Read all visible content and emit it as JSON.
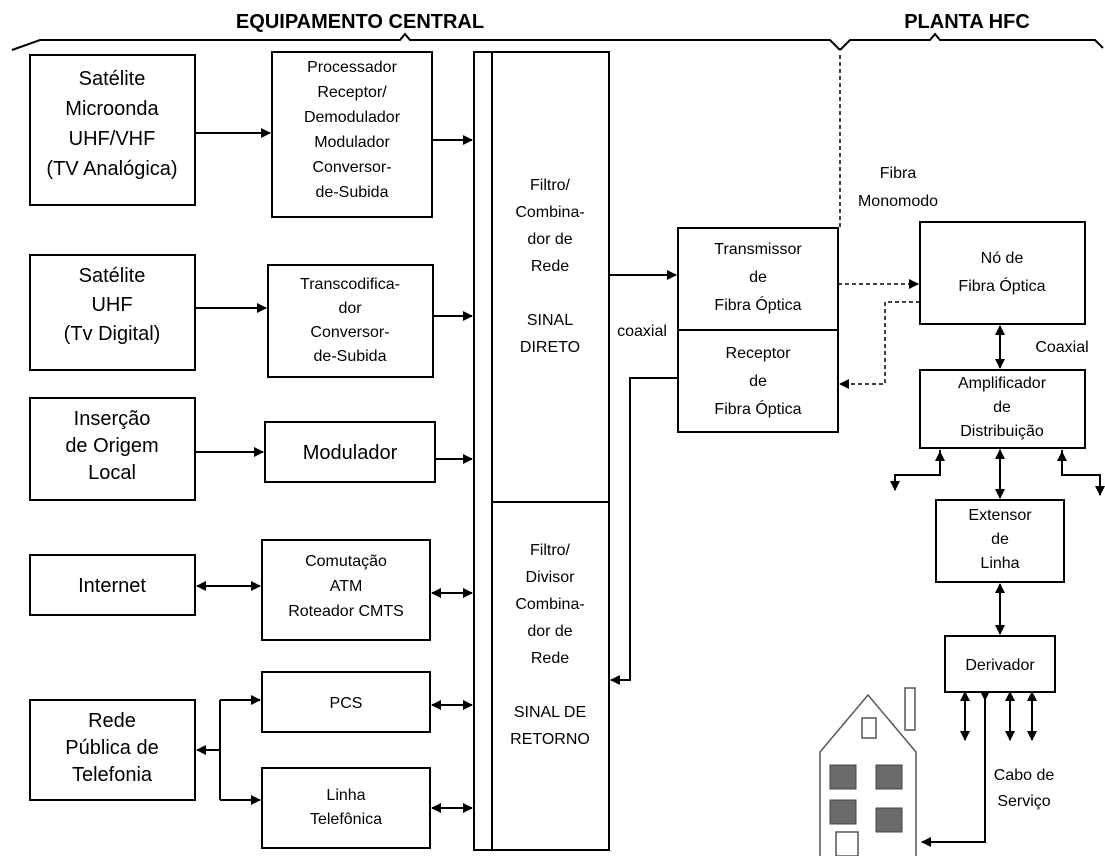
{
  "headers": {
    "central": "EQUIPAMENTO CENTRAL",
    "hfc": "PLANTA HFC"
  },
  "sources": {
    "satellite_analog": [
      "Satélite",
      "Microonda",
      "UHF/VHF",
      "(TV Analógica)"
    ],
    "satellite_digital": [
      "Satélite",
      "UHF",
      "(Tv Digital)"
    ],
    "local_origin": [
      "Inserção",
      "de Origem",
      "Local"
    ],
    "internet": [
      "Internet"
    ],
    "telephony": [
      "Rede",
      "Pública de",
      "Telefonia"
    ]
  },
  "processors": {
    "processor": [
      "Processador",
      "Receptor/",
      "Demodulador",
      "Modulador",
      "Conversor-",
      "de-Subida"
    ],
    "transcoder": [
      "Transcodifica-",
      "dor",
      "Conversor-",
      "de-Subida"
    ],
    "modulator": [
      "Modulador"
    ],
    "atm": [
      "Comutação",
      "ATM",
      "Roteador CMTS"
    ],
    "pcs": [
      "PCS"
    ],
    "phone_line": [
      "Linha",
      "Telefônica"
    ]
  },
  "combiner": {
    "forward": [
      "Filtro/",
      "Combina-",
      "dor de",
      "Rede",
      "",
      "SINAL",
      "DIRETO"
    ],
    "return": [
      "Filtro/",
      "Divisor",
      "Combina-",
      "dor de",
      "Rede",
      "",
      "SINAL DE",
      "RETORNO"
    ]
  },
  "optics": {
    "transmitter": [
      "Transmissor",
      "de",
      "Fibra Óptica"
    ],
    "receiver": [
      "Receptor",
      "de",
      "Fibra Óptica"
    ],
    "coax_label": "coaxial",
    "fiber_label": [
      "Fibra",
      "Monomodo"
    ]
  },
  "hfc": {
    "node": [
      "Nó de",
      "Fibra Óptica"
    ],
    "coax_label": "Coaxial",
    "amplifier": [
      "Amplificador",
      "de",
      "Distribuição"
    ],
    "extender": [
      "Extensor",
      "de",
      "Linha"
    ],
    "tap": [
      "Derivador"
    ],
    "service_cable": [
      "Cabo de",
      "Serviço"
    ]
  }
}
